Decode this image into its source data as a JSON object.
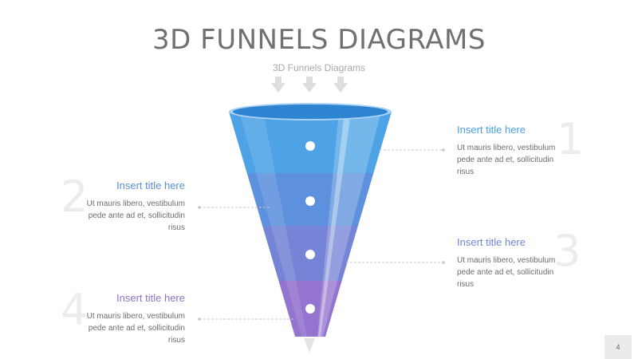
{
  "header": {
    "title": "3D FUNNELS DIAGRAMS",
    "subtitle": "3D Funnels Diagrams"
  },
  "items": [
    {
      "number": "1",
      "title": "Insert title here",
      "desc": "Ut mauris libero, vestibulum pede ante ad et, sollicitudin risus",
      "color": "#4a9fe0"
    },
    {
      "number": "2",
      "title": "Insert title here",
      "desc": "Ut mauris libero, vestibulum pede ante ad et, sollicitudin risus",
      "color": "#5b8fd8"
    },
    {
      "number": "3",
      "title": "Insert title here",
      "desc": "Ut mauris libero, vestibulum pede ante ad et, sollicitudin risus",
      "color": "#6f86d4"
    },
    {
      "number": "4",
      "title": "Insert title here",
      "desc": "Ut mauris libero, vestibulum pede ante ad et, sollicitudin risus",
      "color": "#8a74cc"
    }
  ],
  "footer": {
    "page_number": "4"
  },
  "colors": {
    "segment_1": "#4ea3e6",
    "segment_2": "#5e91dd",
    "segment_3": "#7584d6",
    "segment_4": "#9374cf",
    "rim": "#2d84d0",
    "arrow": "#dedede"
  }
}
